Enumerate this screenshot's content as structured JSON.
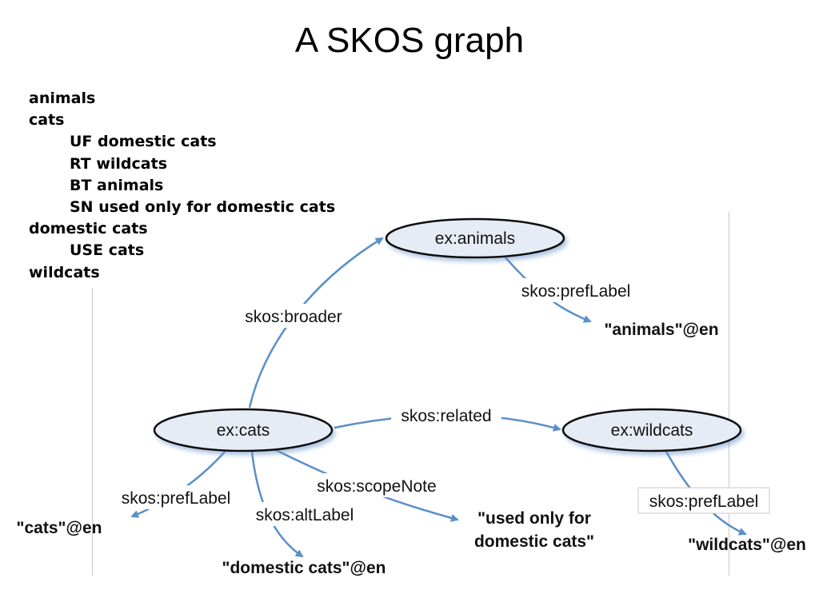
{
  "title": "A SKOS graph",
  "thesaurus": [
    {
      "text": "animals",
      "indent": false
    },
    {
      "text": "cats",
      "indent": false
    },
    {
      "text": "UF domestic cats",
      "indent": true
    },
    {
      "text": "RT wildcats",
      "indent": true
    },
    {
      "text": "BT animals",
      "indent": true
    },
    {
      "text": "SN used only for domestic cats",
      "indent": true
    },
    {
      "text": "domestic cats",
      "indent": false
    },
    {
      "text": "USE cats",
      "indent": true
    },
    {
      "text": "wildcats",
      "indent": false
    }
  ],
  "graph": {
    "nodes": {
      "animals": "ex:animals",
      "cats": "ex:cats",
      "wildcats": "ex:wildcats"
    },
    "edges": {
      "broader": "skos:broader",
      "related": "skos:related",
      "animals_preflabel": "skos:prefLabel",
      "cats_preflabel": "skos:prefLabel",
      "altlabel": "skos:altLabel",
      "scopenote": "skos:scopeNote",
      "wildcats_preflabel": "skos:prefLabel"
    },
    "literals": {
      "animals_literal": "\"animals\"@en",
      "cats_literal": "\"cats\"@en",
      "domestic_cats_literal": "\"domestic cats\"@en",
      "scopenote_line1": "\"used only for",
      "scopenote_line2": "domestic cats\"",
      "wildcats_literal": "\"wildcats\"@en"
    }
  },
  "colors": {
    "arrow": "#5b8fc9",
    "node_fill": "#e6ecf6",
    "node_stroke": "#111111"
  }
}
